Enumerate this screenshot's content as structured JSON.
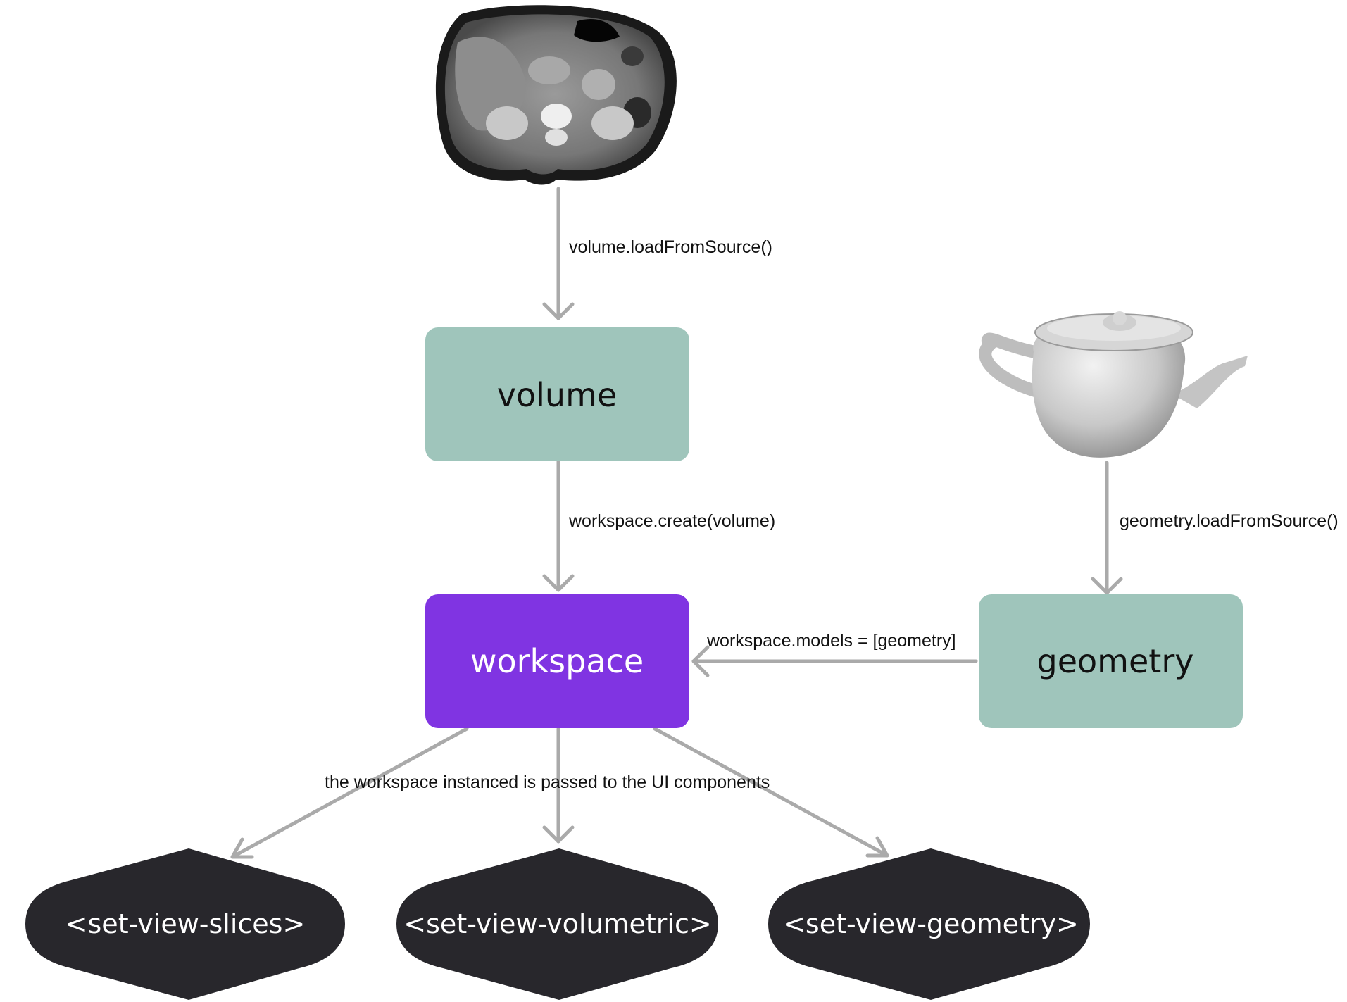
{
  "colors": {
    "node_fill": "#9fc5bb",
    "workspace_fill": "#8034e2",
    "component_fill": "#28272c",
    "arrow": "#aaaaaa",
    "text_dark": "#111111",
    "text_light": "#ffffff"
  },
  "images": {
    "ct_scan": "ct-scan-image",
    "teapot": "teapot-image"
  },
  "nodes": {
    "volume": "volume",
    "workspace": "workspace",
    "geometry": "geometry"
  },
  "components": [
    "<set-view-slices>",
    "<set-view-volumetric>",
    "<set-view-geometry>"
  ],
  "edges": {
    "volume_load": "volume.loadFromSource()",
    "workspace_create": "workspace.create(volume)",
    "geometry_load": "geometry.loadFromSource()",
    "workspace_models": "workspace.models = [geometry]",
    "ui_components": "the workspace instanced is passed to the UI components"
  }
}
